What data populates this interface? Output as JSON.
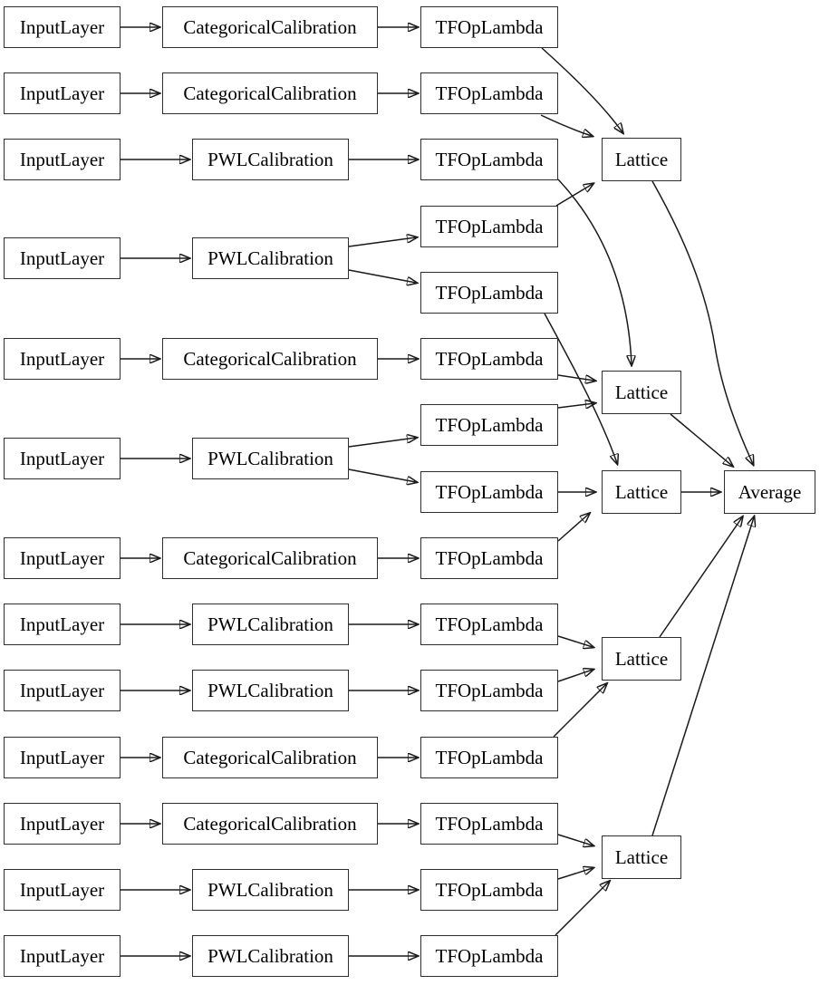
{
  "diagram": {
    "background_color": "#ffffff",
    "line_color": "#1a1a1a",
    "labels": {
      "input_layer": "InputLayer",
      "categorical_calibration": "CategoricalCalibration",
      "pwl_calibration": "PWLCalibration",
      "tf_op_lambda": "TFOpLambda",
      "lattice": "Lattice",
      "average": "Average"
    },
    "counts": {
      "input_layers": 13,
      "calibrations": 13,
      "tf_op_lambdas": 15,
      "lattices": 5,
      "averages": 1
    },
    "row_calibration_types": [
      "CategoricalCalibration",
      "CategoricalCalibration",
      "PWLCalibration",
      "PWLCalibration",
      "CategoricalCalibration",
      "PWLCalibration",
      "CategoricalCalibration",
      "PWLCalibration",
      "PWLCalibration",
      "CategoricalCalibration",
      "CategoricalCalibration",
      "PWLCalibration",
      "PWLCalibration"
    ],
    "edges": [
      [
        "input_1",
        "cal_1"
      ],
      [
        "input_2",
        "cal_2"
      ],
      [
        "input_3",
        "cal_3"
      ],
      [
        "input_4",
        "cal_4"
      ],
      [
        "input_5",
        "cal_5"
      ],
      [
        "input_6",
        "cal_6"
      ],
      [
        "input_7",
        "cal_7"
      ],
      [
        "input_8",
        "cal_8"
      ],
      [
        "input_9",
        "cal_9"
      ],
      [
        "input_10",
        "cal_10"
      ],
      [
        "input_11",
        "cal_11"
      ],
      [
        "input_12",
        "cal_12"
      ],
      [
        "input_13",
        "cal_13"
      ],
      [
        "cal_1",
        "tfop_1"
      ],
      [
        "cal_2",
        "tfop_2"
      ],
      [
        "cal_3",
        "tfop_3"
      ],
      [
        "cal_4",
        "tfop_4"
      ],
      [
        "cal_4",
        "tfop_5"
      ],
      [
        "cal_5",
        "tfop_6"
      ],
      [
        "cal_6",
        "tfop_7"
      ],
      [
        "cal_6",
        "tfop_8"
      ],
      [
        "cal_7",
        "tfop_9"
      ],
      [
        "cal_8",
        "tfop_10"
      ],
      [
        "cal_9",
        "tfop_11"
      ],
      [
        "cal_10",
        "tfop_12"
      ],
      [
        "cal_11",
        "tfop_13"
      ],
      [
        "cal_12",
        "tfop_14"
      ],
      [
        "cal_13",
        "tfop_15"
      ],
      [
        "tfop_1",
        "lattice_1"
      ],
      [
        "tfop_2",
        "lattice_1"
      ],
      [
        "tfop_4",
        "lattice_1"
      ],
      [
        "tfop_3",
        "lattice_2"
      ],
      [
        "tfop_6",
        "lattice_2"
      ],
      [
        "tfop_7",
        "lattice_2"
      ],
      [
        "tfop_5",
        "lattice_3"
      ],
      [
        "tfop_8",
        "lattice_3"
      ],
      [
        "tfop_9",
        "lattice_3"
      ],
      [
        "tfop_10",
        "lattice_4"
      ],
      [
        "tfop_11",
        "lattice_4"
      ],
      [
        "tfop_12",
        "lattice_4"
      ],
      [
        "tfop_13",
        "lattice_5"
      ],
      [
        "tfop_14",
        "lattice_5"
      ],
      [
        "tfop_15",
        "lattice_5"
      ],
      [
        "lattice_1",
        "average"
      ],
      [
        "lattice_2",
        "average"
      ],
      [
        "lattice_3",
        "average"
      ],
      [
        "lattice_4",
        "average"
      ],
      [
        "lattice_5",
        "average"
      ]
    ]
  }
}
